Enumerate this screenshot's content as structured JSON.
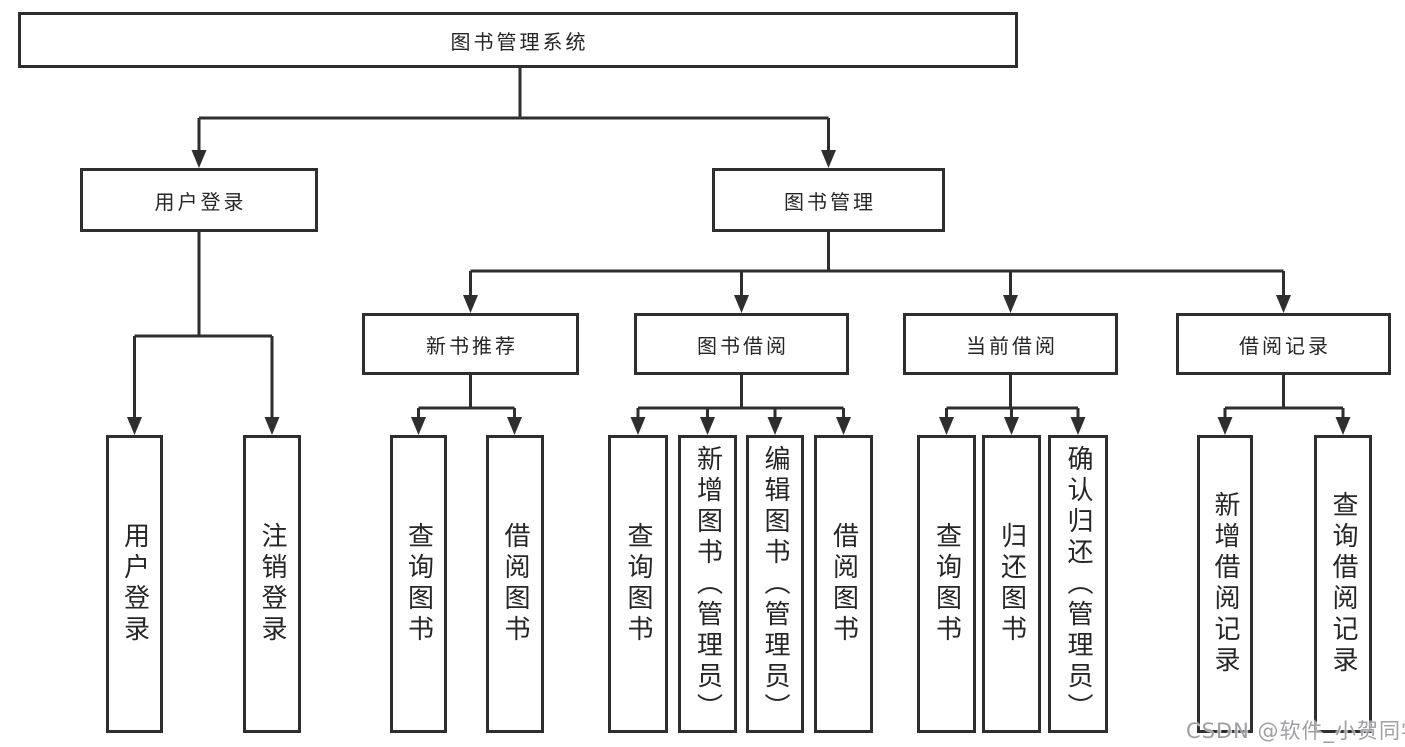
{
  "diagram_title": "图书管理系统",
  "tree": {
    "root": {
      "label": "图书管理系统",
      "children": [
        {
          "label": "用户登录",
          "children": [
            {
              "label": "用户登录"
            },
            {
              "label": "注销登录"
            }
          ]
        },
        {
          "label": "图书管理",
          "children": [
            {
              "label": "新书推荐",
              "children": [
                {
                  "label": "查询图书"
                },
                {
                  "label": "借阅图书"
                }
              ]
            },
            {
              "label": "图书借阅",
              "children": [
                {
                  "label": "查询图书"
                },
                {
                  "label": "新增图书（管理员）"
                },
                {
                  "label": "编辑图书（管理员）"
                },
                {
                  "label": "借阅图书"
                }
              ]
            },
            {
              "label": "当前借阅",
              "children": [
                {
                  "label": "查询图书"
                },
                {
                  "label": "归还图书"
                },
                {
                  "label": "确认归还（管理员）"
                }
              ]
            },
            {
              "label": "借阅记录",
              "children": [
                {
                  "label": "新增借阅记录"
                },
                {
                  "label": "查询借阅记录"
                }
              ]
            }
          ]
        }
      ]
    }
  },
  "watermark": {
    "text": "CSDN @软件_小贺同学"
  },
  "colors": {
    "line": "#2e2e2e",
    "text": "#262626",
    "node_background": "#ffffff",
    "watermark": "#a0a0a4",
    "background": "#ffffff"
  }
}
